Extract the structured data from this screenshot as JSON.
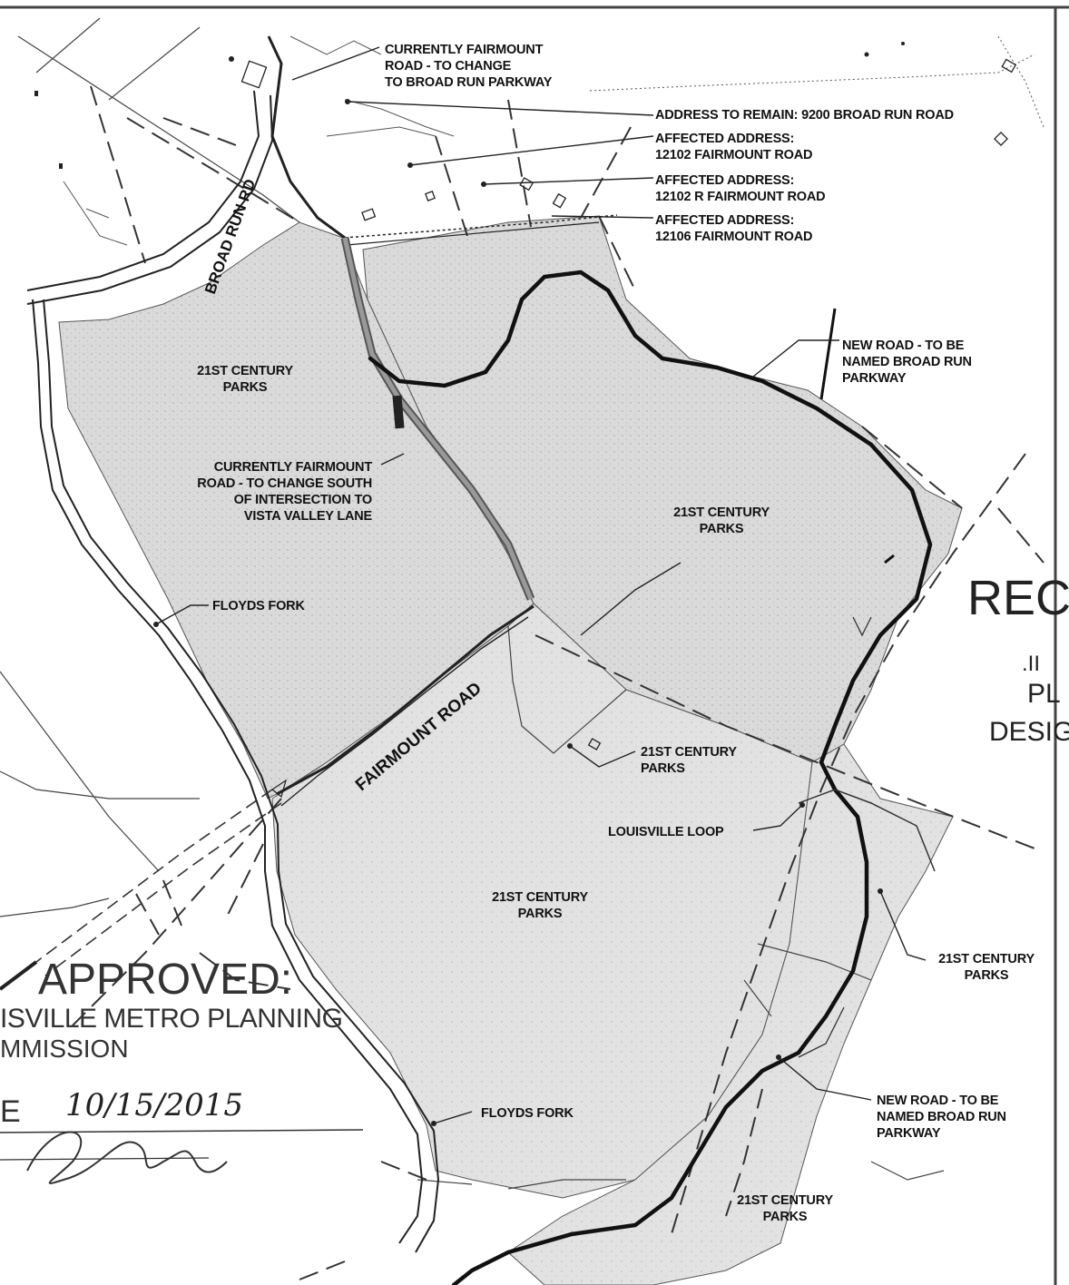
{
  "labels": {
    "top_road_note": [
      "CURRENTLY FAIRMOUNT",
      "ROAD - TO CHANGE",
      "TO BROAD RUN PARKWAY"
    ],
    "address_remain": "ADDRESS TO REMAIN:  9200 BROAD RUN ROAD",
    "affected_1": [
      "AFFECTED ADDRESS:",
      "12102 FAIRMOUNT ROAD"
    ],
    "affected_2": [
      "AFFECTED ADDRESS:",
      "12102 R FAIRMOUNT ROAD"
    ],
    "affected_3": [
      "AFFECTED ADDRESS:",
      "12106 FAIRMOUNT ROAD"
    ],
    "new_road_1": [
      "NEW ROAD - TO BE",
      "NAMED BROAD RUN",
      "PARKWAY"
    ],
    "new_road_2": [
      "NEW ROAD - TO BE",
      "NAMED BROAD RUN",
      "PARKWAY"
    ],
    "parks_nw": [
      "21ST CENTURY",
      "PARKS"
    ],
    "parks_center": [
      "21ST CENTURY",
      "PARKS"
    ],
    "parks_small": [
      "21ST CENTURY",
      "PARKS"
    ],
    "parks_south": [
      "21ST CENTURY",
      "PARKS"
    ],
    "parks_east": [
      "21ST CENTURY",
      "PARKS"
    ],
    "parks_bottom": [
      "21ST CENTURY",
      "PARKS"
    ],
    "middle_road_note": [
      "CURRENTLY FAIRMOUNT",
      "ROAD - TO CHANGE SOUTH",
      "OF INTERSECTION TO",
      "VISTA VALLEY LANE"
    ],
    "floyds_fork_1": "FLOYDS FORK",
    "floyds_fork_2": "FLOYDS FORK",
    "louisville_loop": "LOUISVILLE LOOP",
    "broad_run_rd": "BROAD RUN RD",
    "fairmount_road": "FAIRMOUNT ROAD"
  },
  "title_block": {
    "rec": "REC",
    "pl": "PL",
    "desig": "DESIG",
    "ii": ".II"
  },
  "stamp": {
    "approved": "APPROVED:",
    "agency": "ISVILLE METRO PLANNING",
    "commission": "MMISSION",
    "date_prefix": "E",
    "date": "10/15/2015"
  },
  "colors": {
    "parkland": "#d9d9d9",
    "road": "#111111",
    "linework": "#333333"
  }
}
